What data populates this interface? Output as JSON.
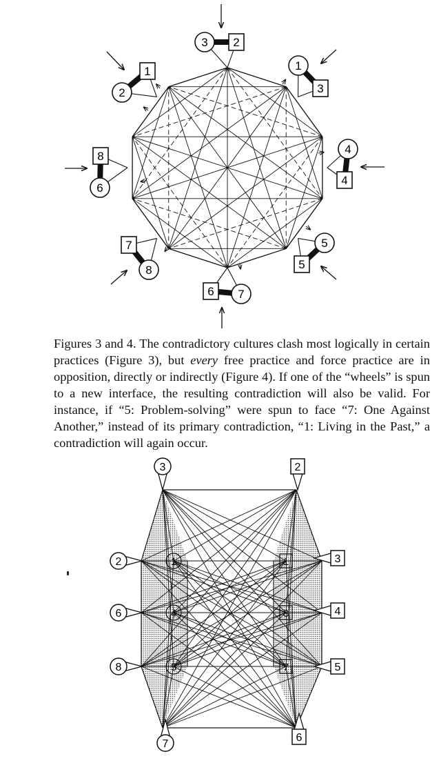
{
  "figure3": {
    "wheels": [
      {
        "id": "top",
        "circle": "3",
        "square": "2"
      },
      {
        "id": "upper-right",
        "circle": "1",
        "square": "3"
      },
      {
        "id": "right",
        "circle": "4",
        "square": "4"
      },
      {
        "id": "lower-right",
        "circle": "5",
        "square": "5"
      },
      {
        "id": "bottom",
        "circle": "7",
        "square": "6"
      },
      {
        "id": "lower-left",
        "circle": "8",
        "square": "7"
      },
      {
        "id": "left",
        "circle": "6",
        "square": "8"
      },
      {
        "id": "upper-left",
        "circle": "2",
        "square": "1"
      }
    ]
  },
  "caption": {
    "part1": "Figures 3 and 4. The contradictory cultures clash most logically in certain practices (Figure 3), but ",
    "emphasis": "every",
    "part2": " free practice and force practice are in opposition, directly or indirectly (Figure 4). If one of the “wheels” is spun to a new interface, the resulting contradiction will also be valid. For instance, if “5: Problem-solving” were spun to face “7: One Against Another,” instead of its primary contradiction, “1: Living in the Past,” a contradiction will again occur."
  },
  "figure4": {
    "left_outer_circles": [
      "3",
      "2",
      "6",
      "8",
      "7"
    ],
    "right_outer_squares": [
      "2",
      "3",
      "4",
      "5",
      "6"
    ],
    "left_inner_circles": [
      "1",
      "4",
      "5"
    ],
    "right_inner_squares": [
      "1",
      "8",
      "7"
    ]
  }
}
